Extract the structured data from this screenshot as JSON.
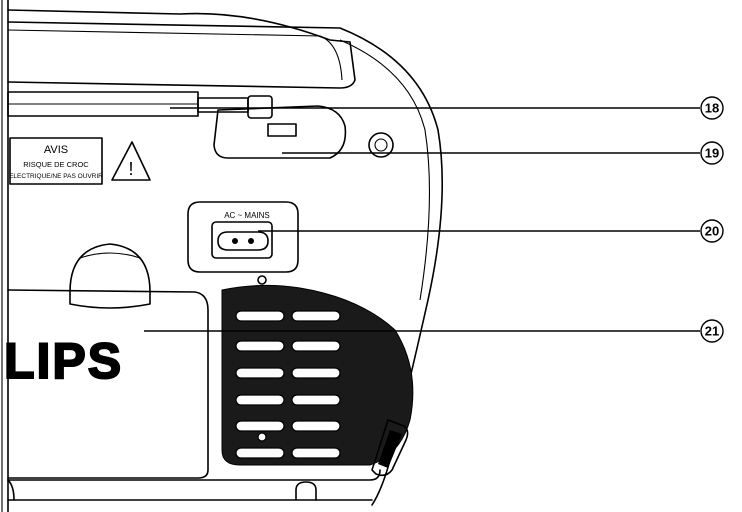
{
  "warning_label": {
    "line1": "AVIS",
    "line2": "RISQUE DE CROC",
    "line3": "ELECTRIQUE/NE PAS OUVRIR",
    "symbol": "!"
  },
  "socket_label": "AC ~ MAINS",
  "brand_text": "LIPS",
  "callouts": [
    {
      "id": "18"
    },
    {
      "id": "19"
    },
    {
      "id": "20"
    },
    {
      "id": "21"
    }
  ]
}
